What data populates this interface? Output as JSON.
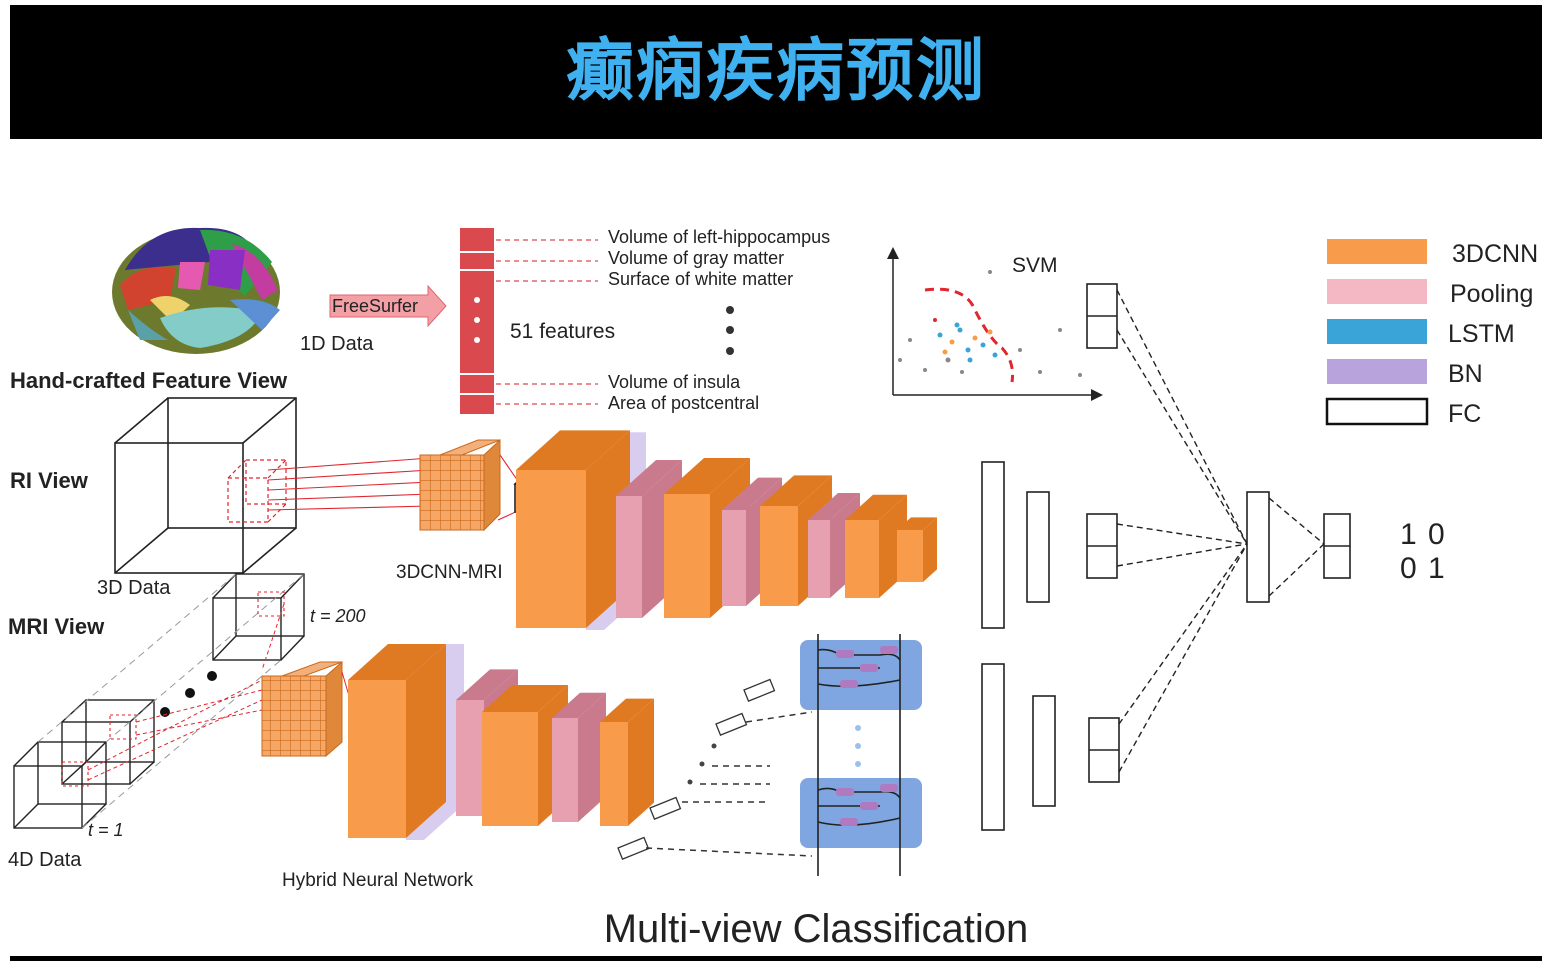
{
  "header": {
    "title": "癫痫疾病预测"
  },
  "views": {
    "handcrafted": "Hand-crafted Feature View",
    "mri": "RI View",
    "fmri": "MRI View"
  },
  "data_labels": {
    "d1": "1D Data",
    "d3": "3D Data",
    "d4": "4D Data",
    "t_end": "t = 200",
    "t_start": "t = 1"
  },
  "freesurfer": "FreeSurfer",
  "features": {
    "items": [
      "Volume of left-hippocampus",
      "Volume of gray matter",
      "Surface of white matter",
      "Volume of insula",
      "Area of postcentral"
    ],
    "count_label": "51 features"
  },
  "svm_label": "SVM",
  "networks": {
    "cnn_mri": "3DCNN-MRI",
    "hybrid": "Hybrid Neural Network"
  },
  "legend": [
    {
      "label": "3DCNN",
      "color": "#f89c4c"
    },
    {
      "label": "Pooling",
      "color": "#f4b8c4"
    },
    {
      "label": "LSTM",
      "color": "#3aa4d8"
    },
    {
      "label": "BN",
      "color": "#b9a3dc"
    },
    {
      "label": "FC",
      "color": "#ffffff"
    }
  ],
  "output": {
    "row1": [
      "1",
      "0"
    ],
    "row2": [
      "0",
      "1"
    ],
    "highlight_color": "#e0262e"
  },
  "footer": "Multi-view Classification",
  "colors": {
    "conv_front": "#f89c4c",
    "conv_side": "#e07a22",
    "pool_front": "#e6a0b0",
    "pool_side": "#c97a8c",
    "bn": "#c9b8e8",
    "lstm_bg": "#7fa6e0"
  }
}
